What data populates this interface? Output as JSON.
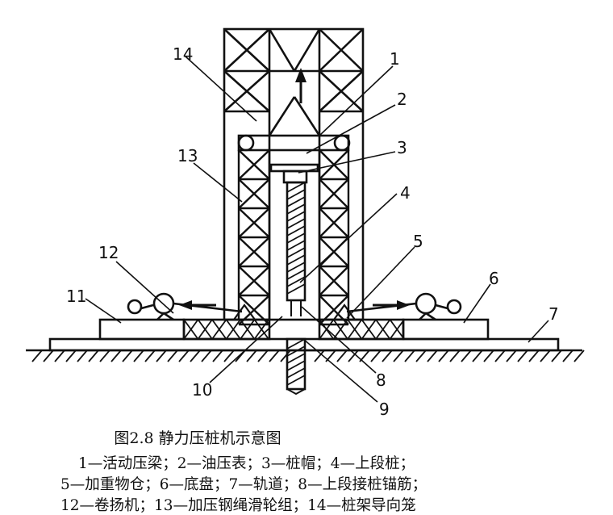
{
  "figure": {
    "callouts": [
      "1",
      "2",
      "3",
      "4",
      "5",
      "6",
      "7",
      "8",
      "9",
      "10",
      "11",
      "12",
      "13",
      "14"
    ]
  },
  "caption": {
    "title": "图2.8  静力压桩机示意图",
    "legend_lines": [
      "1—活动压梁；2—油压表；3—桩帽；4—上段桩；",
      "5—加重物仓；6—底盘；7—轨道；8—上段接桩锚筋；",
      "12—卷扬机；13—加压钢绳滑轮组；14—桩架导向笼"
    ]
  }
}
